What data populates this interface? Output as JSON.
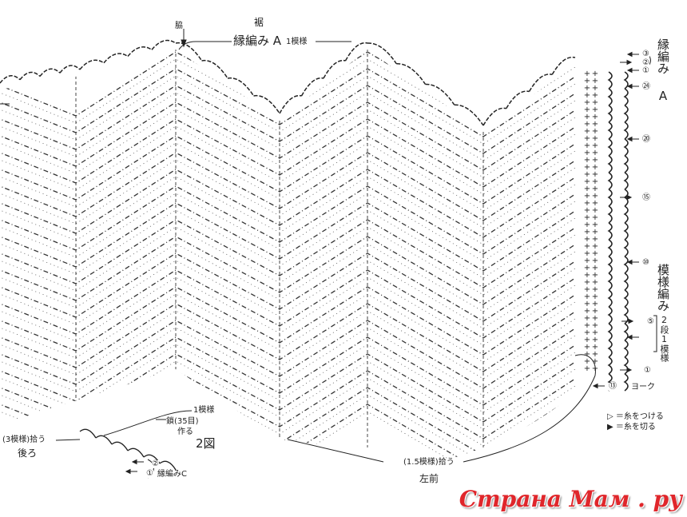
{
  "labels": {
    "side_seam": "脇",
    "hem": "裾",
    "edging_a_title": "縁編み A",
    "one_repeat_top": "1模様",
    "edging_a_side": "縁編み A",
    "pattern_stitch": "模様編み",
    "two_rows_one_repeat": "2段1模様",
    "yoke": "ヨーク",
    "one_repeat_bottom": "1模様",
    "chain_35": "鎖(35目)",
    "make": "作る",
    "figure": "2図",
    "pick_up_3": "(3模様)拾う",
    "back": "後ろ",
    "edging_c": "縁編みC",
    "pick_up_1_5": "(1.5模様)拾う",
    "left_front": "左前"
  },
  "row_markers": {
    "edging_3": "③",
    "edging_2": "②",
    "edging_1": "①",
    "row_24": "㉔",
    "row_20": "⑳",
    "row_15": "⑮",
    "row_10": "⑩",
    "row_5": "⑤",
    "row_1": "①",
    "row_13": "⑬",
    "edging_c_2": "②",
    "edging_c_1": "①"
  },
  "legend": {
    "attach_yarn": "▷ ＝糸をつける",
    "cut_yarn": "▶ ＝糸を切る"
  },
  "watermark": "Страна Мам . ру",
  "colors": {
    "ink": "#222222",
    "watermark": "#e0262b"
  }
}
